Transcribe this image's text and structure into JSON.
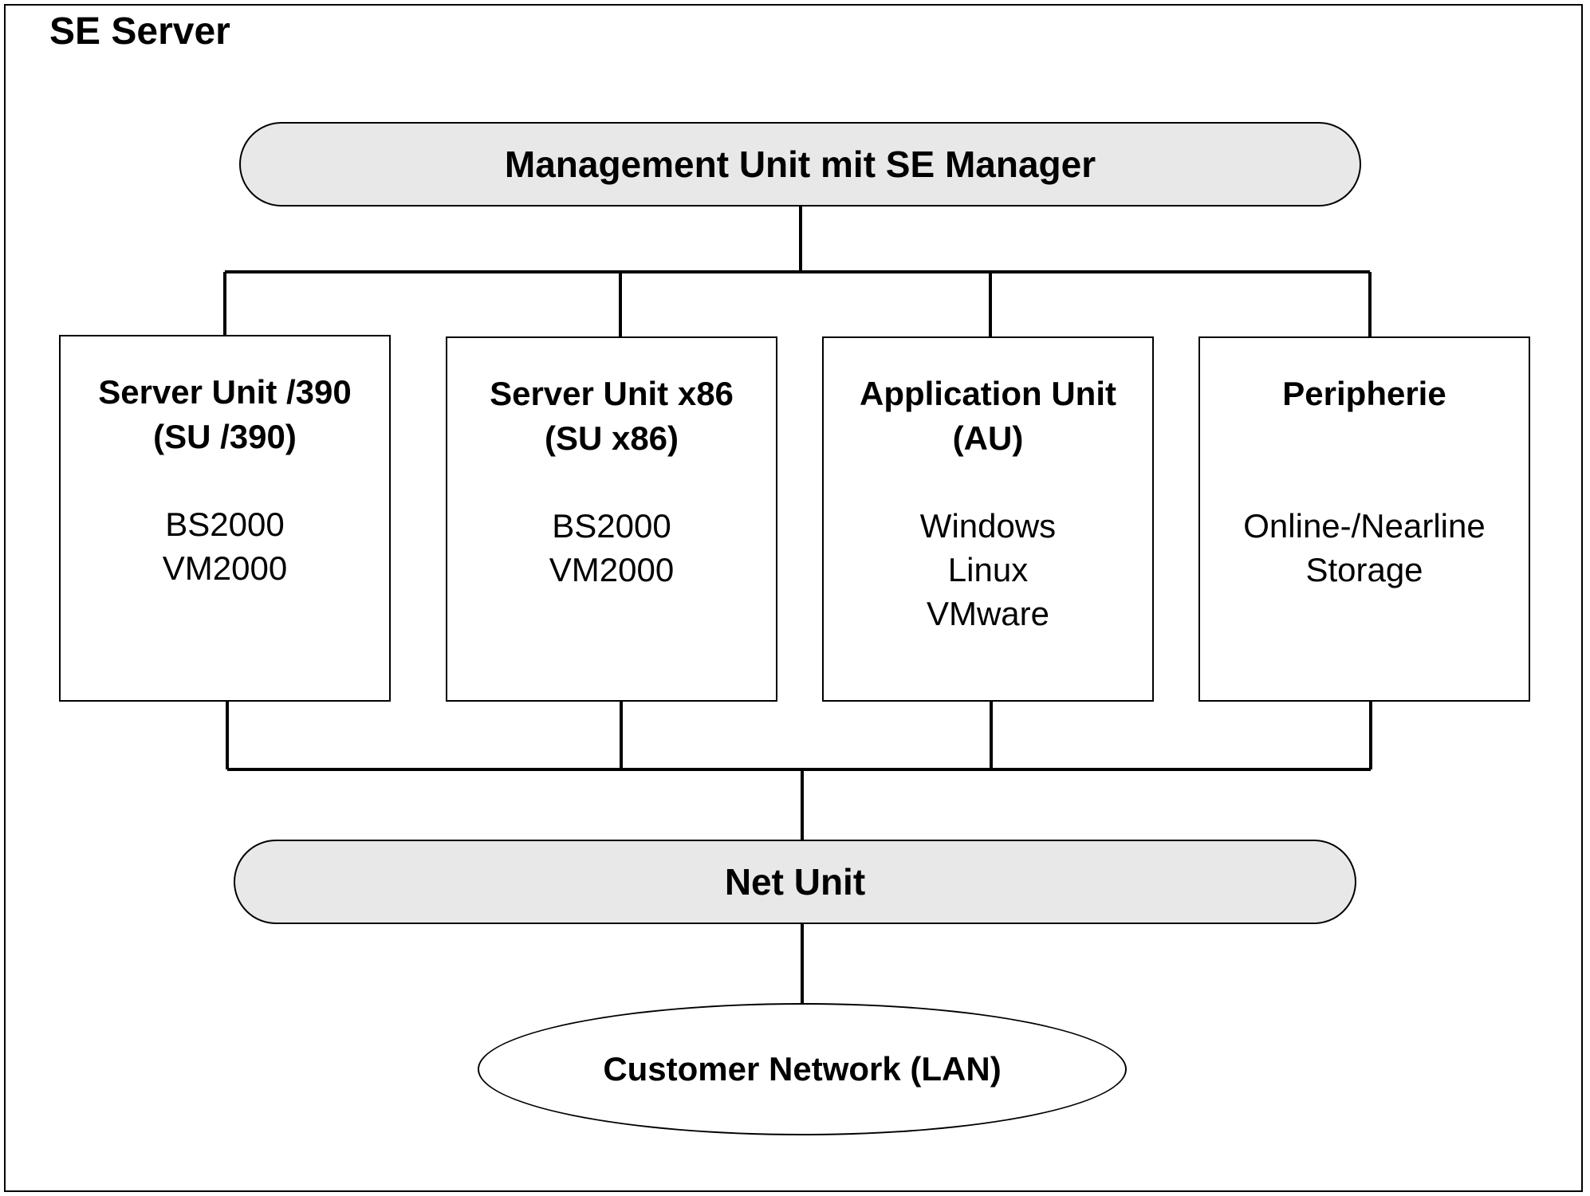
{
  "title": "SE Server",
  "management_unit": {
    "label": "Management Unit mit SE Manager"
  },
  "units": [
    {
      "title": "Server Unit /390",
      "subtitle": "(SU /390)",
      "items": [
        "BS2000",
        "VM2000"
      ]
    },
    {
      "title": "Server Unit x86",
      "subtitle": "(SU x86)",
      "items": [
        "BS2000",
        "VM2000"
      ]
    },
    {
      "title": "Application Unit",
      "subtitle": "(AU)",
      "items": [
        "Windows",
        "Linux",
        "VMware"
      ]
    },
    {
      "title": "Peripherie",
      "subtitle": "",
      "items": [
        "Online-/Nearline",
        "Storage"
      ]
    }
  ],
  "net_unit": {
    "label": "Net Unit"
  },
  "customer_network": {
    "label": "Customer Network (LAN)"
  }
}
